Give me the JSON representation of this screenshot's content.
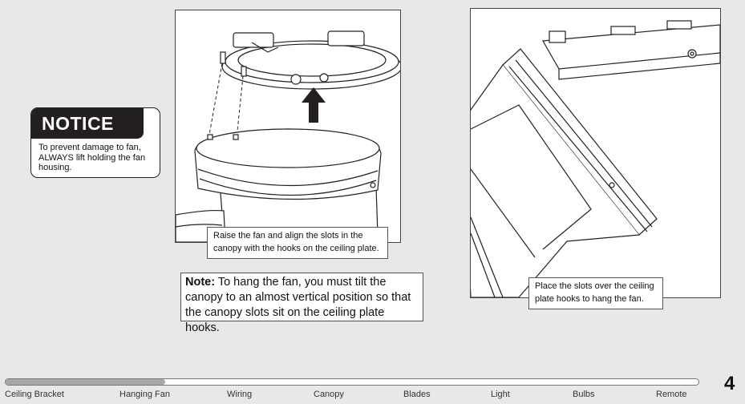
{
  "notice": {
    "title": "NOTICE",
    "body": "To prevent damage to fan, ALWAYS lift holding the fan housing."
  },
  "step1": {
    "caption": "Raise the fan and align the slots in the canopy with the hooks on the ceiling plate."
  },
  "step2": {
    "caption": "Place the slots over the ceiling plate hooks to hang the fan."
  },
  "note": {
    "label": "Note:",
    "text": " To hang the fan, you must tilt the canopy to an almost vertical position so that the canopy slots sit on the ceiling plate hooks."
  },
  "progress": {
    "fraction": 0.23,
    "steps": [
      "Ceiling Bracket",
      "Hanging Fan",
      "Wiring",
      "Canopy",
      "Blades",
      "Light",
      "Bulbs",
      "Remote"
    ]
  },
  "page_number": "4"
}
